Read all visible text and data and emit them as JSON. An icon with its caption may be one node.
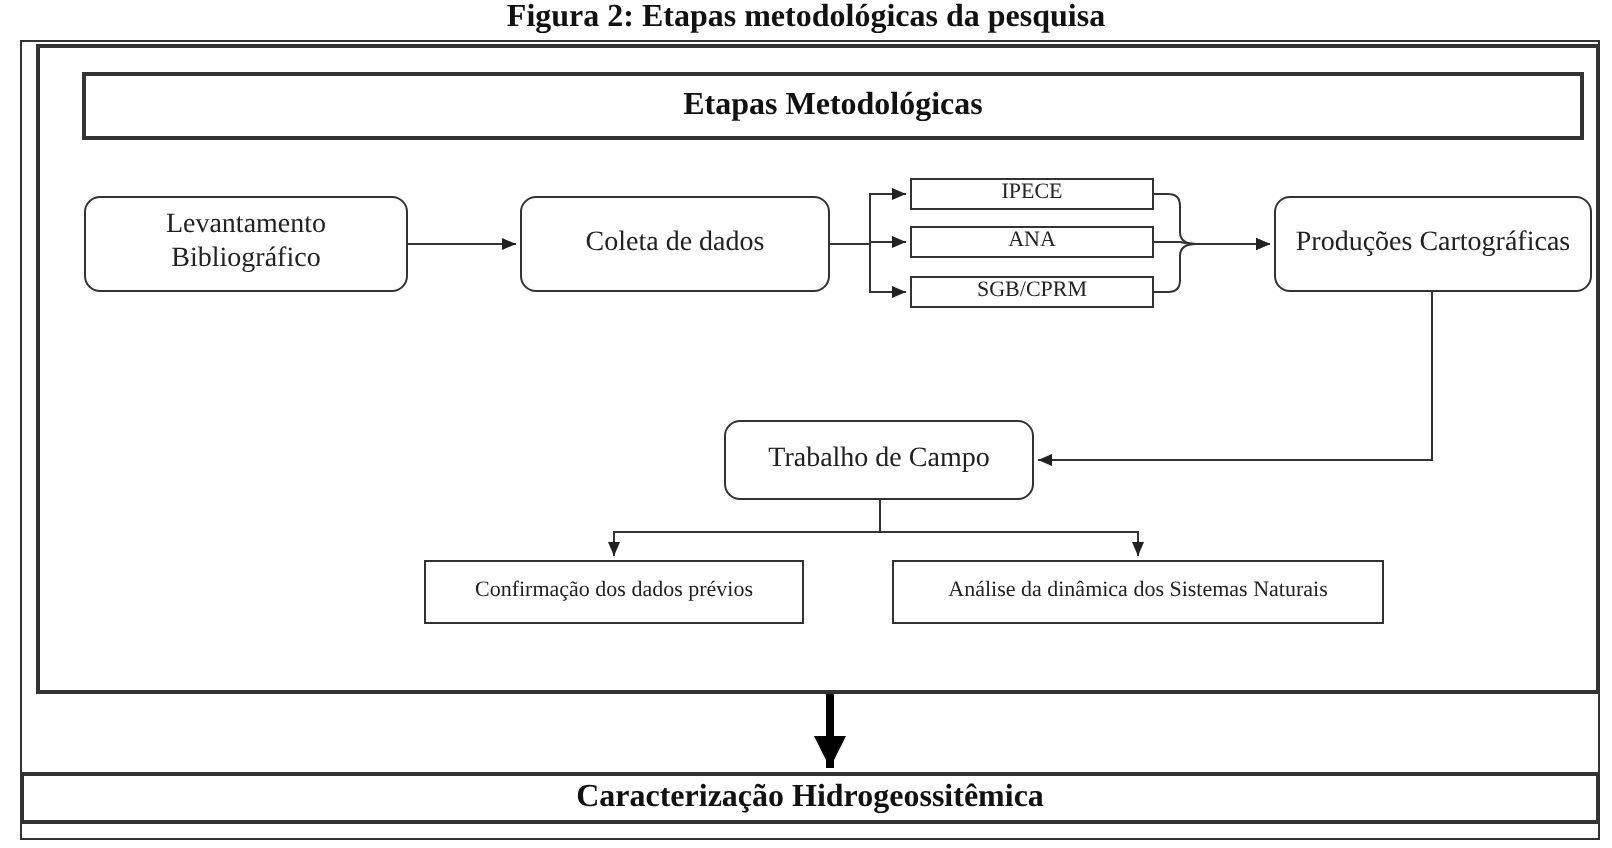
{
  "diagram": {
    "title": "Figura 2: Etapas metodológicas da pesquisa",
    "nodes": [
      {
        "text": [
          "Etapas Metodológicas"
        ]
      },
      {
        "text": [
          "Levantamento Bibliográfico"
        ],
        "in": 0
      },
      {
        "text": [
          "Coleta de dados"
        ],
        "in": 0
      },
      {
        "text": [
          "IPECE"
        ],
        "in": 0
      },
      {
        "text": [
          "ANA"
        ],
        "in": 0
      },
      {
        "text": [
          "SGB/CPRM"
        ],
        "in": 0
      },
      {
        "text": [
          "Produções Cartográficas"
        ],
        "in": 0
      },
      {
        "text": [
          "Trabalho de Campo"
        ],
        "in": 0
      },
      {
        "text": [
          "Confirmação dos dados prévios"
        ],
        "in": 0
      },
      {
        "text": [
          "Análise da dinâmica dos Sistemas Naturais"
        ],
        "in": 0
      },
      {
        "text": [
          "Caracterização Hidrogeossitêmica"
        ]
      }
    ],
    "edges": [
      {
        "from": 1,
        "to": 2,
        "arrow": "to"
      },
      {
        "from": 2,
        "to": 3,
        "arrow": "to"
      },
      {
        "from": 2,
        "to": 4,
        "arrow": "to"
      },
      {
        "from": 2,
        "to": 5,
        "arrow": "to"
      },
      {
        "from": 3,
        "to": 6,
        "arrow": "to"
      },
      {
        "from": 4,
        "to": 6,
        "arrow": "to"
      },
      {
        "from": 5,
        "to": 6,
        "arrow": "to"
      },
      {
        "from": 6,
        "to": 7,
        "arrow": "to"
      },
      {
        "from": 7,
        "to": 8,
        "arrow": "to"
      },
      {
        "from": 7,
        "to": 9,
        "arrow": "to"
      },
      {
        "from": 0,
        "to": 10,
        "arrow": "to",
        "style": "thick"
      }
    ]
  }
}
